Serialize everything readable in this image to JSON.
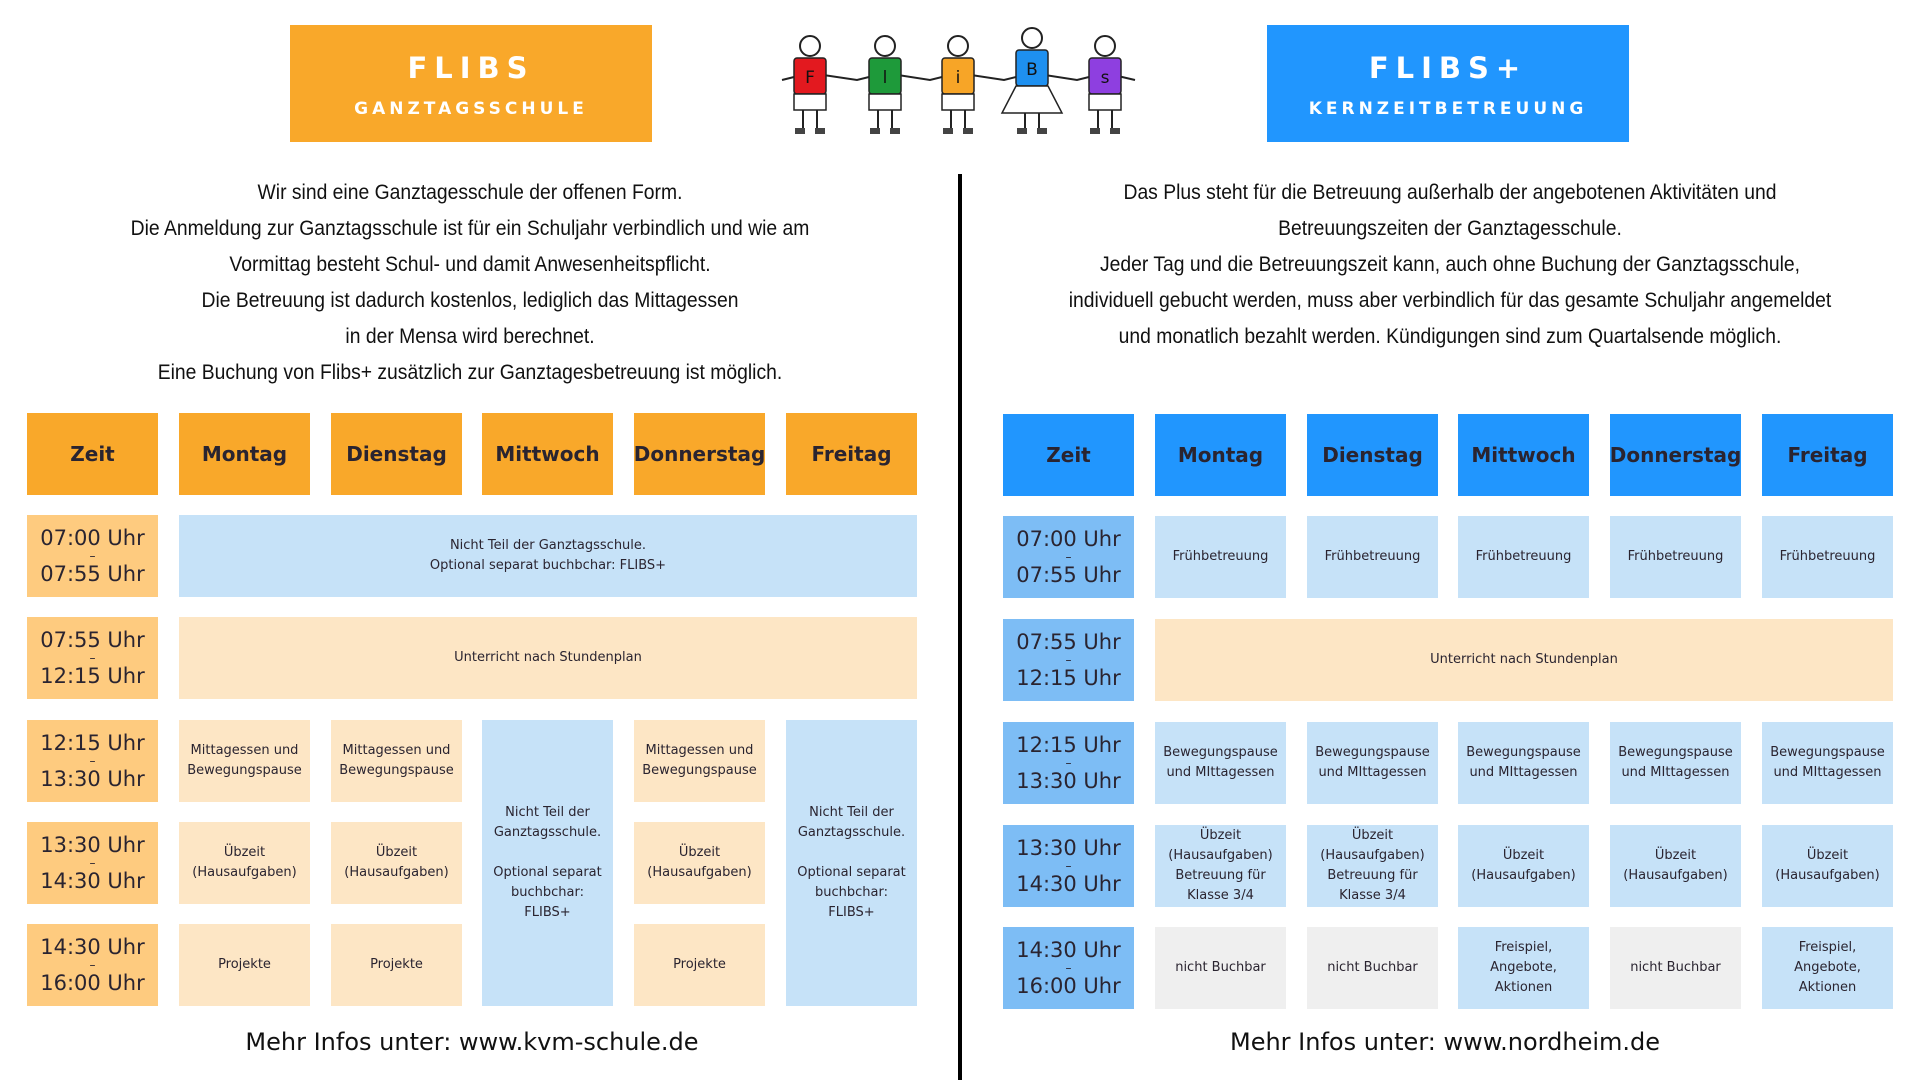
{
  "colors": {
    "orange": "#F9A82A",
    "orange_time": "#FECB7F",
    "orange_light": "#FDE6C5",
    "blue": "#2196FE",
    "blue_time": "#7DBDF5",
    "blue_light": "#C6E2F8",
    "grey": "#EFEFEF"
  },
  "left": {
    "title": "FLIBS",
    "subtitle": "GANZTAGSSCHULE",
    "intro": [
      "Wir sind eine Ganztagesschule der offenen Form.",
      "Die Anmeldung zur Ganztagsschule ist für ein Schuljahr verbindlich und wie am",
      "Vormittag besteht Schul- und damit Anwesenheitspflicht.",
      "Die Betreuung ist dadurch kostenlos, lediglich das Mittagessen",
      "in der Mensa wird berechnet.",
      "Eine Buchung von Flibs+ zusätzlich zur Ganztagesbetreuung ist möglich."
    ],
    "headers": [
      "Zeit",
      "Montag",
      "Dienstag",
      "Mittwoch",
      "Donnerstag",
      "Freitag"
    ],
    "times": [
      {
        "from": "07:00 Uhr",
        "to": "07:55 Uhr"
      },
      {
        "from": "07:55 Uhr",
        "to": "12:15 Uhr"
      },
      {
        "from": "12:15 Uhr",
        "to": "13:30 Uhr"
      },
      {
        "from": "13:30 Uhr",
        "to": "14:30 Uhr"
      },
      {
        "from": "14:30 Uhr",
        "to": "16:00 Uhr"
      }
    ],
    "row1_text": [
      "Nicht Teil der Ganztagsschule.",
      "Optional separat buchbchar: FLIBS+"
    ],
    "row2_text": "Unterricht nach Stundenplan",
    "lunch": [
      "Mittagessen und",
      "Bewegungspause"
    ],
    "homework": [
      "Übzeit",
      "(Hausaufgaben)"
    ],
    "projects": "Projekte",
    "not_part": [
      "Nicht Teil der",
      "Ganztagsschule.",
      "",
      "Optional separat",
      "buchbchar: FLIBS+"
    ],
    "footer": "Mehr Infos unter: www.kvm-schule.de"
  },
  "right": {
    "title": "FLIBS+",
    "subtitle": "KERNZEITBETREUUNG",
    "intro": [
      "Das Plus steht für die Betreuung außerhalb der angebotenen Aktivitäten und",
      "Betreuungszeiten der Ganztagesschule.",
      "Jeder Tag und die Betreuungszeit kann, auch ohne Buchung der Ganztagsschule,",
      "individuell gebucht werden, muss aber verbindlich für das gesamte Schuljahr angemeldet",
      "und monatlich bezahlt werden.  Kündigungen sind zum Quartalsende möglich."
    ],
    "headers": [
      "Zeit",
      "Montag",
      "Dienstag",
      "Mittwoch",
      "Donnerstag",
      "Freitag"
    ],
    "times": [
      {
        "from": "07:00 Uhr",
        "to": "07:55 Uhr"
      },
      {
        "from": "07:55 Uhr",
        "to": "12:15 Uhr"
      },
      {
        "from": "12:15 Uhr",
        "to": "13:30 Uhr"
      },
      {
        "from": "13:30 Uhr",
        "to": "14:30 Uhr"
      },
      {
        "from": "14:30 Uhr",
        "to": "16:00 Uhr"
      }
    ],
    "early": "Frühbetreuung",
    "row2_text": "Unterricht nach Stundenplan",
    "lunch": [
      "Bewegungspause",
      "und MIttagessen"
    ],
    "homework_34": [
      "Übzeit",
      "(Hausaufgaben)",
      "Betreuung für",
      "Klasse 3/4"
    ],
    "homework": [
      "Übzeit",
      "(Hausaufgaben)"
    ],
    "not_bookable": "nicht Buchbar",
    "free_play": [
      "Freispiel,",
      "Angebote,",
      "Aktionen"
    ],
    "footer": "Mehr Infos unter: www.nordheim.de"
  },
  "logo": {
    "letters": [
      "F",
      "l",
      "i",
      "B",
      "s"
    ],
    "shirt_colors": [
      "#E3191F",
      "#1E9A3A",
      "#F7A527",
      "#1E90F0",
      "#8E3FE0"
    ]
  }
}
